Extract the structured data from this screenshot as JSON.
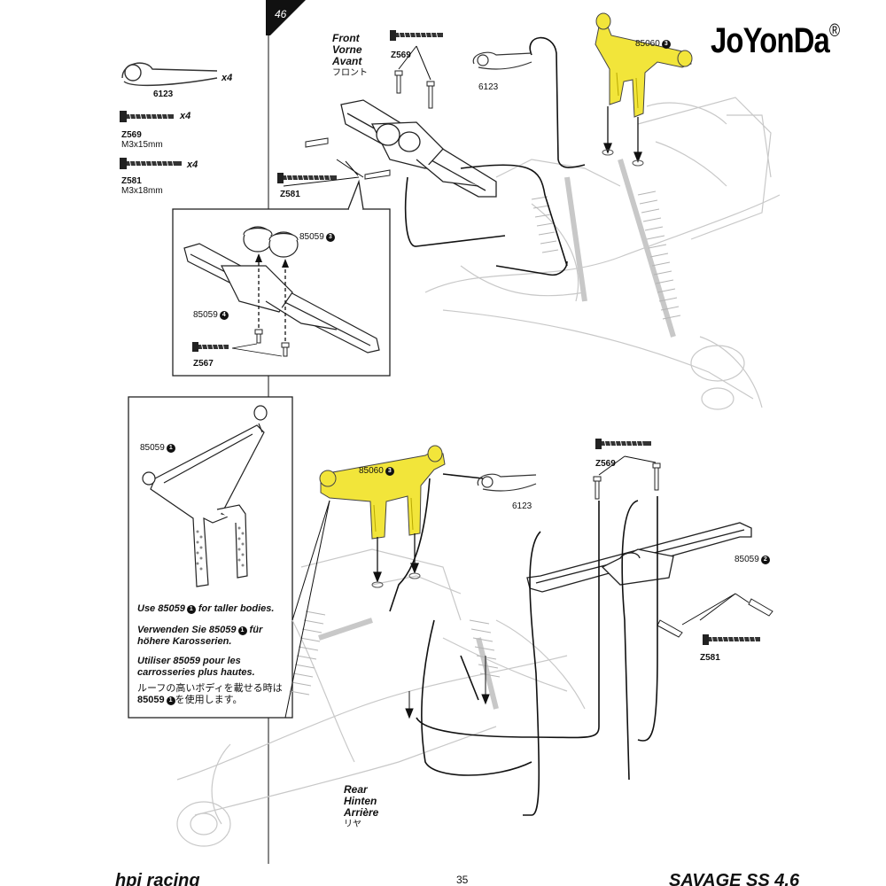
{
  "brand": {
    "name": "JoYonDa",
    "mark": "®"
  },
  "step_number": "46",
  "page_number": "35",
  "footer": {
    "left_logo": "hpi racing",
    "right_logo": "SAVAGE SS 4.6"
  },
  "parts_list": [
    {
      "code": "6123",
      "size": "",
      "qty": "x4",
      "icon": "body-clip-icon"
    },
    {
      "code": "Z569",
      "size": "M3x15mm",
      "qty": "x4",
      "icon": "screw-icon"
    },
    {
      "code": "Z581",
      "size": "M3x18mm",
      "qty": "x4",
      "icon": "screw-icon"
    }
  ],
  "front": {
    "direction": {
      "en": "Front",
      "de": "Vorne",
      "fr": "Avant",
      "jp": "フロント"
    },
    "labels": {
      "screw_top": "Z569",
      "screw_side": "Z581",
      "clip": "6123",
      "post": "85060",
      "post_num": "3"
    },
    "inset": {
      "caps": "85059",
      "caps_num": "3",
      "bumper": "85059",
      "bumper_num": "4",
      "screw": "Z567"
    }
  },
  "rear": {
    "direction": {
      "en": "Rear",
      "de": "Hinten",
      "fr": "Arrière",
      "jp": "リヤ"
    },
    "labels": {
      "post": "85060",
      "post_num": "3",
      "clip": "6123",
      "screw_top": "Z569",
      "bumper": "85059",
      "bumper_num": "2",
      "screw_side": "Z581"
    },
    "inset": {
      "part": "85059",
      "part_num": "1",
      "note_en_a": "Use 85059",
      "note_en_b": " for taller bodies.",
      "note_de_a": "Verwenden Sie 85059",
      "note_de_b": " für höhere Karosserien.",
      "note_fr": "Utiliser 85059 pour les carrosseries plus hautes.",
      "note_jp_a": "ルーフの高いボディを載せる時は",
      "note_jp_b": "85059",
      "note_jp_c": "を使用します。",
      "note_num": "1"
    }
  },
  "colors": {
    "highlight": "#f2e53a",
    "line": "#111111",
    "ghost": "#c8c8c8"
  }
}
